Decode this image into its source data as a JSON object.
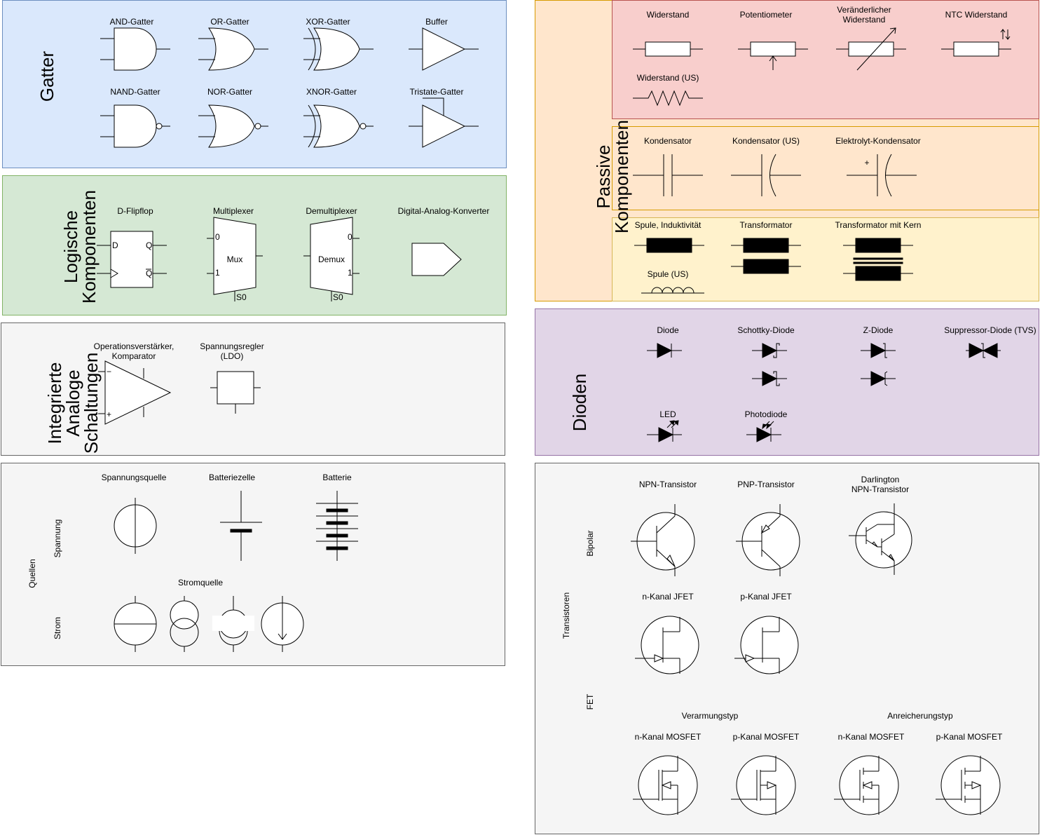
{
  "gatter": {
    "title": "Gatter",
    "and": "AND-Gatter",
    "or": "OR-Gatter",
    "xor": "XOR-Gatter",
    "buffer": "Buffer",
    "nand": "NAND-Gatter",
    "nor": "NOR-Gatter",
    "xnor": "XNOR-Gatter",
    "tristate": "Tristate-Gatter"
  },
  "logic": {
    "title_line1": "Logische",
    "title_line2": "Komponenten",
    "dflipflop": "D-Flipflop",
    "mux": "Multiplexer",
    "demux": "Demultiplexer",
    "dac": "Digital-Analog-Konverter",
    "pin_d": "D",
    "pin_q": "Q",
    "pin_qbar": "Q",
    "mux_label": "Mux",
    "demux_label": "Demux",
    "pin_0": "0",
    "pin_1": "1",
    "pin_s0": "S0"
  },
  "analog": {
    "title_line1": "Integrierte",
    "title_line2": "Analoge",
    "title_line3": "Schaltungen",
    "opamp_line1": "Operationsverstärker,",
    "opamp_line2": "Komparator",
    "ldo_line1": "Spannungsregler",
    "ldo_line2": "(LDO)",
    "minus": "−",
    "plus": "+"
  },
  "sources": {
    "title_quellen": "Quellen",
    "title_spannung": "Spannung",
    "title_strom": "Strom",
    "voltage_source": "Spannungsquelle",
    "cell": "Batteriezelle",
    "battery": "Batterie",
    "current_source": "Stromquelle"
  },
  "passive": {
    "title_line1": "Passive",
    "title_line2": "Komponenten",
    "resistor": "Widerstand",
    "potentiometer": "Potentiometer",
    "variable_line1": "Veränderlicher",
    "variable_line2": "Widerstand",
    "ntc": "NTC Widerstand",
    "resistor_us": "Widerstand (US)",
    "capacitor": "Kondensator",
    "capacitor_us": "Kondensator (US)",
    "electrolytic": "Elektrolyt-Kondensator",
    "inductor": "Spule, Induktivität",
    "transformer": "Transformator",
    "transformer_core": "Transformator mit Kern",
    "inductor_us": "Spule (US)",
    "plus": "+"
  },
  "diodes": {
    "title": "Dioden",
    "diode": "Diode",
    "schottky": "Schottky-Diode",
    "zener": "Z-Diode",
    "tvs": "Suppressor-Diode (TVS)",
    "led": "LED",
    "photodiode": "Photodiode"
  },
  "transistors": {
    "title_transistoren": "Transistoren",
    "title_fet": "FET",
    "title_bipolar": "Bipolar",
    "npn": "NPN-Transistor",
    "pnp": "PNP-Transistor",
    "darlington_line1": "Darlington",
    "darlington_line2": "NPN-Transistor",
    "njfet": "n-Kanal JFET",
    "pjfet": "p-Kanal JFET",
    "depletion": "Verarmungstyp",
    "enhancement": "Anreicherungstyp",
    "nmos_dep": "n-Kanal MOSFET",
    "pmos_dep": "p-Kanal MOSFET",
    "nmos_enh": "n-Kanal MOSFET",
    "pmos_enh": "p-Kanal MOSFET"
  },
  "colors": {
    "gatter_bg": "#dae8fc",
    "gatter_border": "#6c8ebf",
    "logic_bg": "#d5e8d4",
    "logic_border": "#82b366",
    "gray_bg": "#f5f5f5",
    "gray_border": "#666666",
    "passive_bg": "#ffe6cc",
    "passive_border": "#d79b00",
    "resistor_bg": "#f8cecc",
    "resistor_border": "#b85450",
    "cap_bg": "#ffe6cc",
    "coil_bg": "#fff2cc",
    "coil_border": "#d6b656",
    "diode_bg": "#e1d5e7",
    "diode_border": "#9673a6"
  }
}
